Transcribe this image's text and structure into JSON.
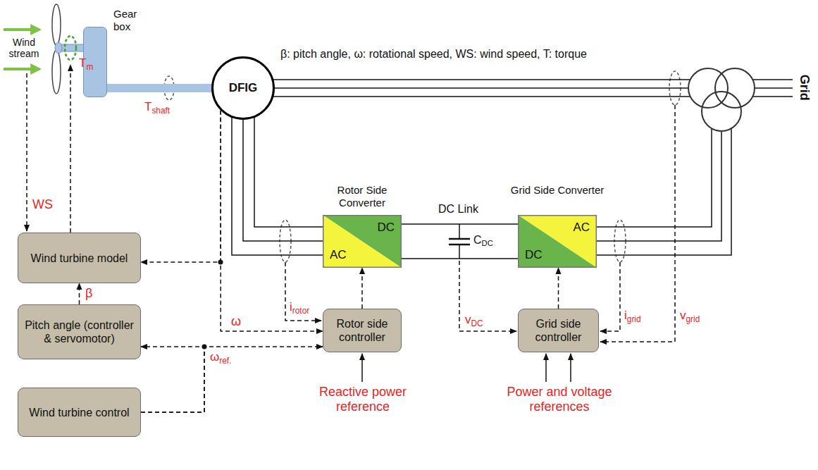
{
  "diagram": {
    "nodes": [
      {
        "text": [
          "Gear box"
        ]
      },
      {
        "text": [
          "DFIG"
        ]
      },
      {
        "text": [
          "Rotor Side Converter",
          "DC",
          "AC"
        ]
      },
      {
        "text": [
          "Grid Side Converter",
          "AC",
          "DC"
        ]
      },
      {
        "text": [
          "Wind turbine model"
        ]
      },
      {
        "text": [
          "Pitch angle (controller & servomotor)"
        ]
      },
      {
        "text": [
          "Rotor side controller"
        ]
      },
      {
        "text": [
          "Grid side controller"
        ]
      },
      {
        "text": [
          "Wind turbine control"
        ]
      }
    ],
    "edges": [
      {
        "from": 0,
        "to": 1,
        "arrow": "none"
      },
      {
        "from": 1,
        "to": 2,
        "arrow": "none"
      },
      {
        "from": 2,
        "to": 3,
        "arrow": "none"
      },
      {
        "from": 1,
        "to": 4,
        "arrow": "to"
      },
      {
        "from": 1,
        "to": 6,
        "label": "ω",
        "arrow": "to"
      },
      {
        "from": 5,
        "to": 4,
        "label": "β",
        "arrow": "to"
      },
      {
        "from": 6,
        "to": 2,
        "arrow": "to"
      },
      {
        "from": 7,
        "to": 3,
        "arrow": "to"
      },
      {
        "from": 8,
        "to": 6,
        "label": "ωref.",
        "arrow": "to"
      },
      {
        "from": 8,
        "to": 5,
        "arrow": "to"
      }
    ],
    "labels": [
      "β: pitch angle, ω: rotational speed, WS: wind speed, T: torque",
      "Wind stream",
      "Tm",
      "Tshaft",
      "WS",
      "irotor",
      "DC Link",
      "CDC",
      "vDC",
      "igrid",
      "vgrid",
      "Grid",
      "Reactive power reference",
      "Power and voltage references"
    ]
  }
}
